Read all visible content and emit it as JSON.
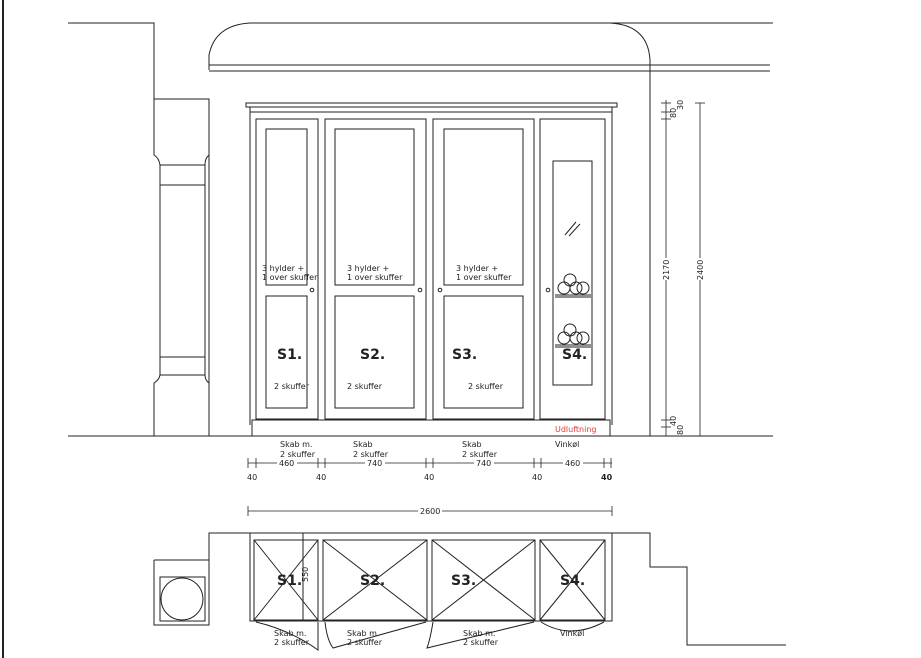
{
  "colors": {
    "line": "#222222",
    "accent": "#e23b3b",
    "background": "#ffffff"
  },
  "cabinets": [
    {
      "id": "S1.",
      "top_note": [
        "3 hylder +",
        "1 over skuffer"
      ],
      "drawer_note": "2 skuffer",
      "bottom_label": [
        "Skab m.",
        "2 skuffer"
      ],
      "width": "460"
    },
    {
      "id": "S2.",
      "top_note": [
        "3 hylder +",
        "1 over skuffer"
      ],
      "drawer_note": "2 skuffer",
      "bottom_label": [
        "Skab",
        "2 skuffer"
      ],
      "width": "740"
    },
    {
      "id": "S3.",
      "top_note": [
        "3 hylder +",
        "1 over skuffer"
      ],
      "drawer_note": "2 skuffer",
      "bottom_label": [
        "Skab",
        "2 skuffer"
      ],
      "width": "740"
    },
    {
      "id": "S4.",
      "bottom_label": [
        "Vinkøl"
      ],
      "width": "460"
    }
  ],
  "vent_label": "Udluftning",
  "gaps": [
    "40",
    "40",
    "40",
    "40",
    "40"
  ],
  "total_width": "2600",
  "heights": {
    "top_gap_a": "80",
    "top_gap_b": "30",
    "inner": "2170",
    "overall": "2400",
    "bottom_gap_a": "40",
    "bottom_gap_b": "80"
  },
  "plan": {
    "depth": "550",
    "labels": [
      [
        "Skab m.",
        "2 skuffer"
      ],
      [
        "Skab m.",
        "2 skuffer"
      ],
      [
        "Skab m.",
        "2 skuffer"
      ],
      [
        "Vinkøl"
      ]
    ]
  }
}
